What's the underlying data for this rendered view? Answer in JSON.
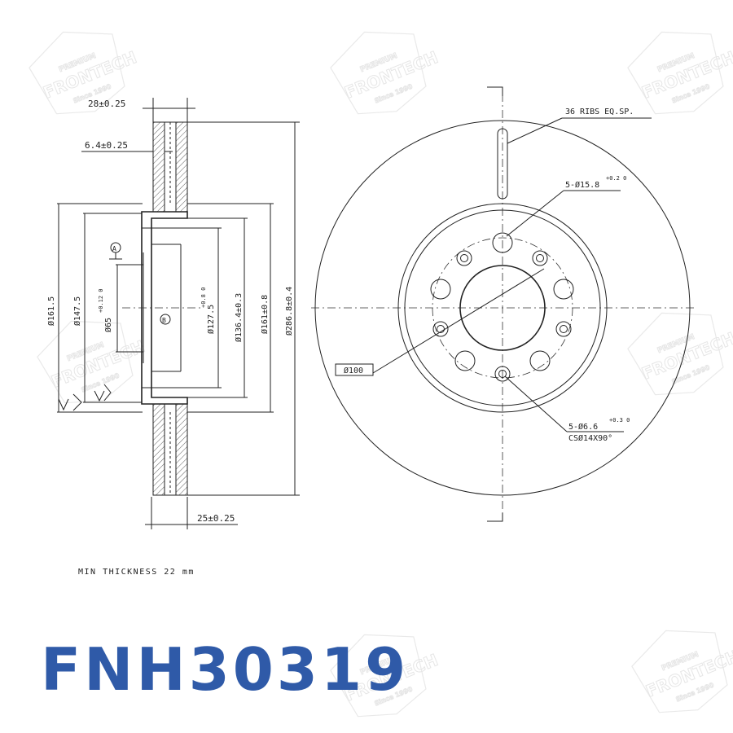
{
  "brand_watermark": {
    "word": "FRONTECH",
    "tagline": "PREMIUM",
    "since": "Since 1990"
  },
  "part_number": "FNH30319",
  "side_view": {
    "dim_overall_width": "28±0.25",
    "dim_hat_thickness": "6.4±0.25",
    "dim_hat_height": "25±0.25",
    "dim_d161_5": "Ø161.5",
    "dim_d147_5": "Ø147.5",
    "dim_d65": "Ø65",
    "dim_d65_tol": "+0.12 0",
    "dim_d127_5": "Ø127.5",
    "dim_d127_5_tol": "+0.8 0",
    "dim_d136_4": "Ø136.4±0.3",
    "dim_d161": "Ø161±0.8",
    "dim_d286_8": "Ø286.8±0.4",
    "datum_a": "A",
    "datum_b": "B"
  },
  "front_view": {
    "ribs_note": "36 RIBS EQ.SP.",
    "bolt_holes": "5-Ø15.8",
    "bolt_holes_tol": "+0.2 0",
    "pcd": "Ø100",
    "small_holes": "5-Ø6.6",
    "small_holes_tol": "+0.3 0",
    "countersink": "CSØ14X90°"
  },
  "notes": {
    "min_thickness": "MIN THICKNESS 22 mm"
  }
}
